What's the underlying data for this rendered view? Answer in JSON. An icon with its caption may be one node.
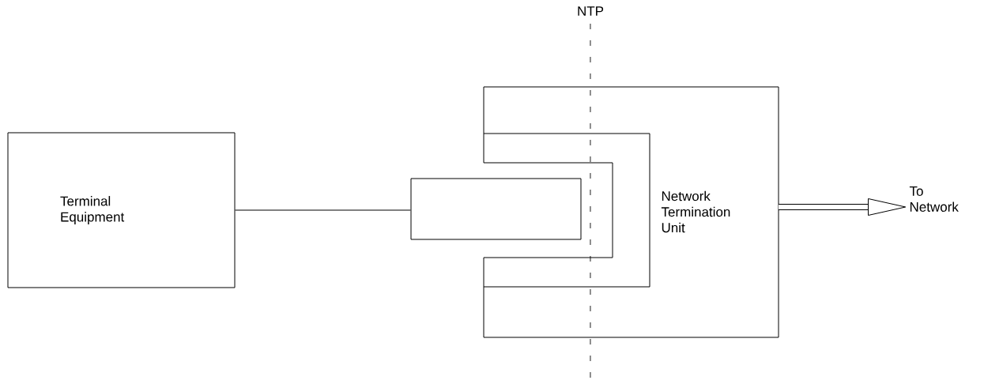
{
  "diagram": {
    "nodes": [
      {
        "text": [
          "Terminal Equipment"
        ]
      },
      {
        "text": [
          "Network Termination Unit"
        ]
      },
      {
        "text": [],
        "shape": "box"
      },
      {
        "text": [
          "To Network"
        ]
      }
    ],
    "edges": [
      {
        "from": 0,
        "to": 2,
        "arrow": "none"
      },
      {
        "from": 1,
        "to": 3,
        "arrow": "to",
        "style": "thick"
      }
    ],
    "labels": [
      "NTP"
    ]
  }
}
